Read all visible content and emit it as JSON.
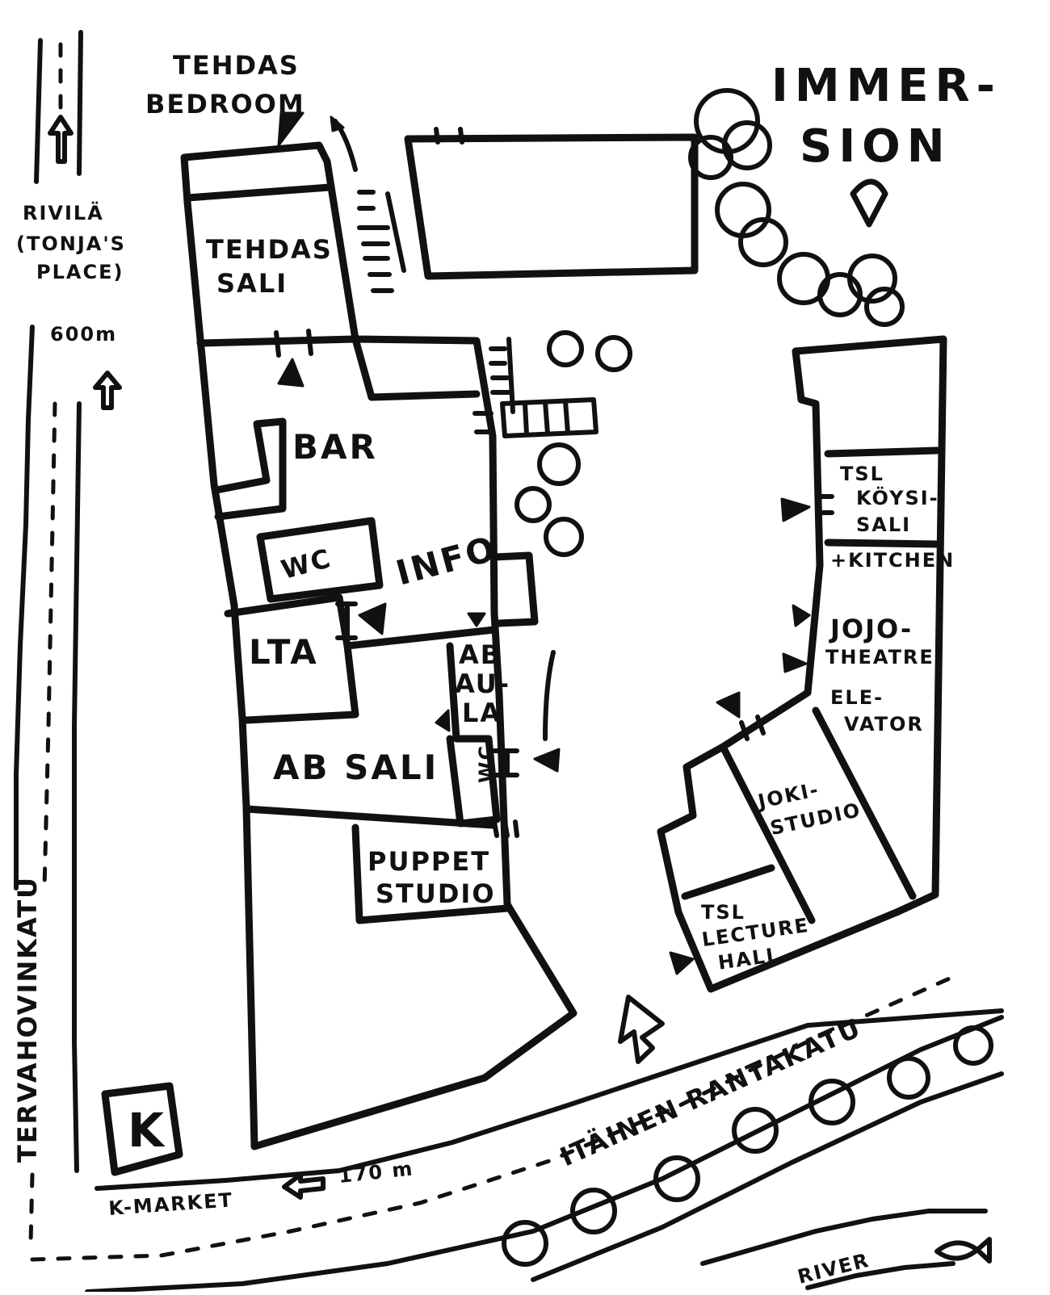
{
  "labels": {
    "tehdas_bedroom_1": "TEHDAS",
    "tehdas_bedroom_2": "BEDROOM",
    "immersion_1": "IMMER-",
    "immersion_2": "SION",
    "rivila_1": "RIVILÄ",
    "rivila_2": "(TONJA'S",
    "rivila_3": "PLACE)",
    "distance_600": "600m",
    "tehdas_sali_1": "TEHDAS",
    "tehdas_sali_2": "SALI",
    "bar": "BAR",
    "wc_1": "WC",
    "info": "INFO",
    "lta": "LTA",
    "ab_aula_1": "AB",
    "ab_aula_2": "AU-",
    "ab_aula_3": "LA",
    "ab_sali": "AB SALI",
    "wc_2": "WC",
    "puppet_studio_1": "PUPPET",
    "puppet_studio_2": "STUDIO",
    "tsl_koysisali_1": "TSL",
    "tsl_koysisali_2": "KÖYSI-",
    "tsl_koysisali_3": "SALI",
    "kitchen": "+KITCHEN",
    "jojo_1": "JOJO-",
    "jojo_2": "THEATRE",
    "elevator_1": "ELE-",
    "elevator_2": "VATOR",
    "joki_studio_1": "JOKI-",
    "joki_studio_2": "STUDIO",
    "tsl_lecture_1": "TSL",
    "tsl_lecture_2": "LECTURE",
    "tsl_lecture_3": "HALL",
    "tervahovinkatu": "TERVAHOVINKATU",
    "k_market": "K-MARKET",
    "distance_170": "170 m",
    "itainen_rantakatu": "ITÄINEN RANTAKATU",
    "river": "RIVER",
    "k_logo": "K"
  }
}
